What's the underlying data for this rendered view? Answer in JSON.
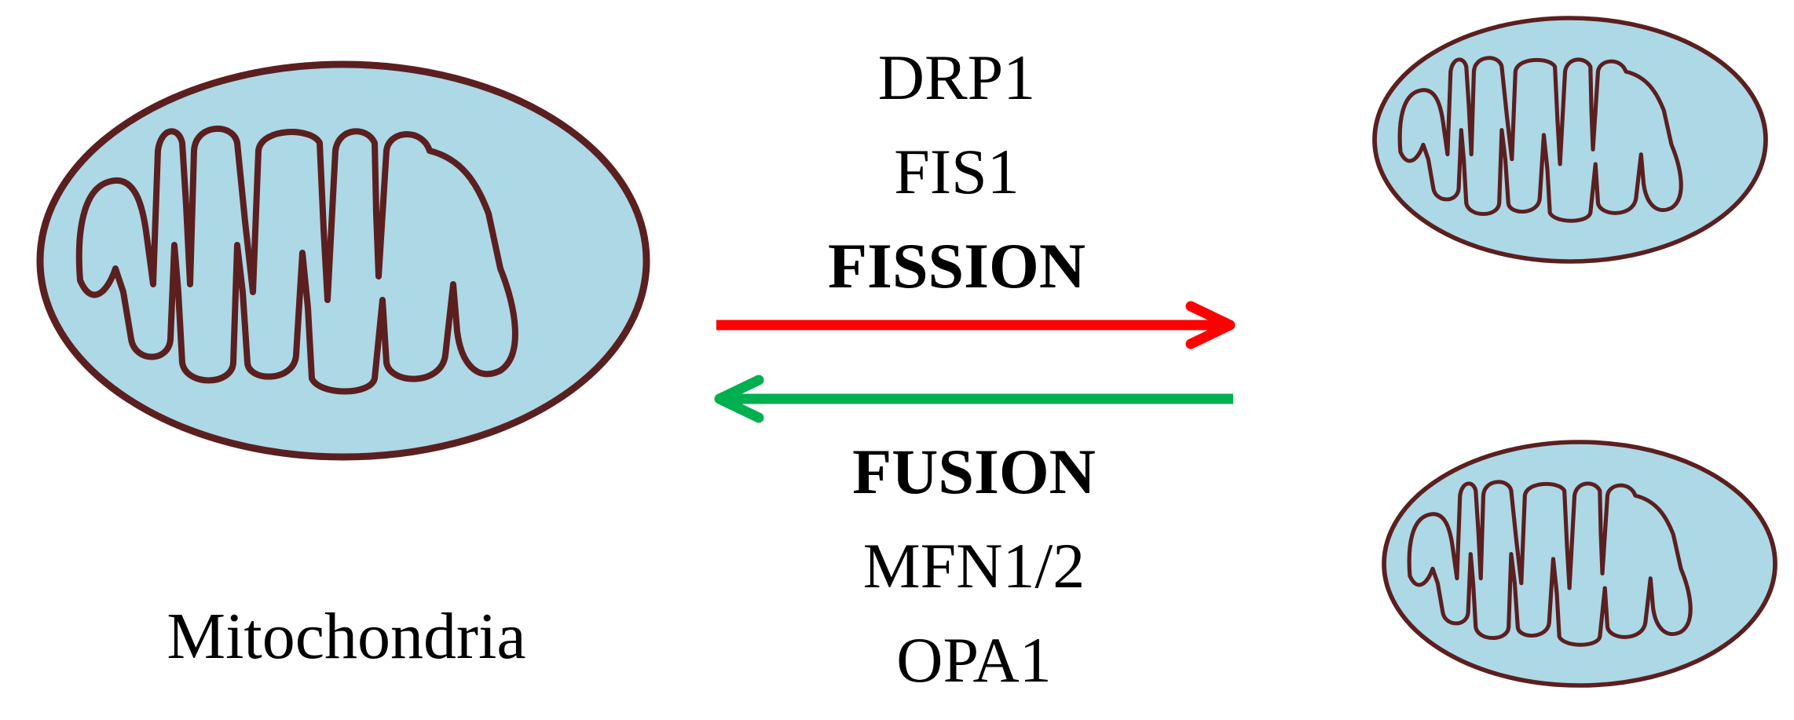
{
  "colors": {
    "matrix": "#add8e6",
    "membrane": "#5b1f1f",
    "fission_arrow": "#ff0000",
    "fusion_arrow": "#00b050",
    "text": "#000000"
  },
  "fission": {
    "proteins": [
      "DRP1",
      "FIS1"
    ],
    "label": "FISSION"
  },
  "fusion": {
    "label": "FUSION",
    "proteins": [
      "MFN1/2",
      "OPA1"
    ]
  },
  "caption": "Mitochondria"
}
